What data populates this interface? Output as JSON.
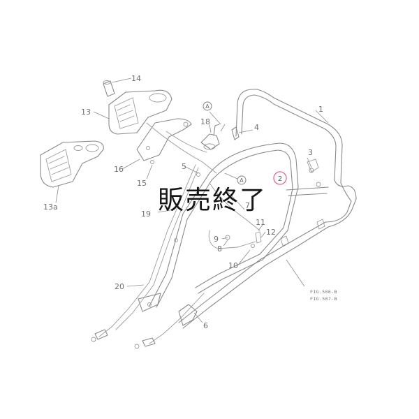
{
  "overlay": {
    "text": "販売終了"
  },
  "callouts": {
    "c1": "1",
    "c2": "2",
    "c3": "3",
    "c4": "4",
    "c5": "5",
    "c6": "6",
    "c7": "7",
    "c8": "8",
    "c9": "9",
    "c10": "10",
    "c11": "11",
    "c12": "12",
    "c13": "13",
    "c13a": "13a",
    "c14": "14",
    "c15": "15",
    "c16": "16",
    "c18": "18",
    "c19": "19",
    "c20": "20"
  },
  "refs": {
    "a": "A"
  },
  "figure_refs": [
    "FIG.506-B",
    "FIG.507-B"
  ],
  "colors": {
    "line": "#8a8a8a",
    "highlight": "#e06a8a",
    "stamp": "#151515"
  }
}
